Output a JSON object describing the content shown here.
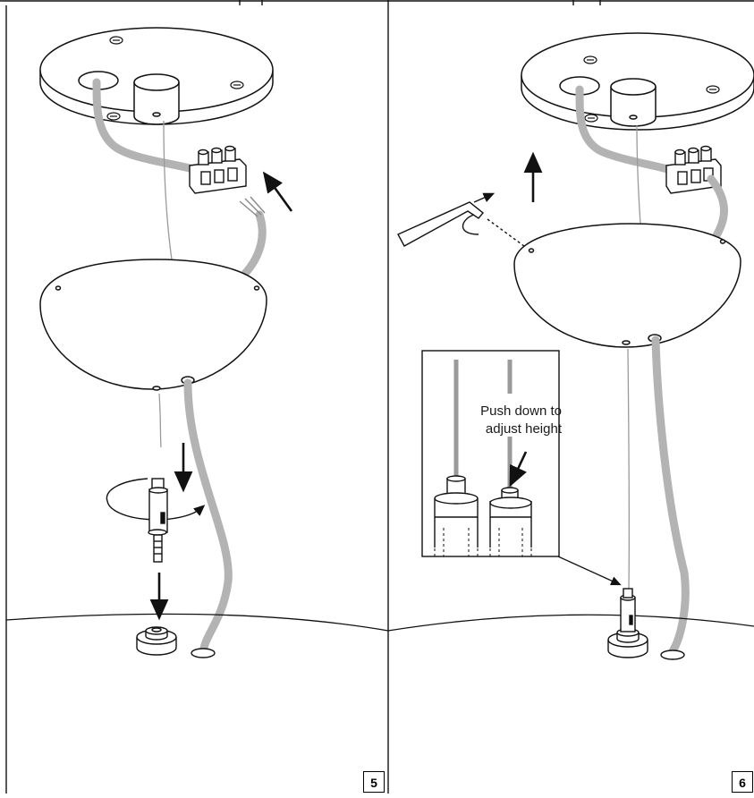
{
  "panels": [
    {
      "step": "5"
    },
    {
      "step": "6"
    }
  ],
  "inset": {
    "callout_line1": "Push down to",
    "callout_line2": "adjust height"
  },
  "colors": {
    "outline": "#1a1a1a",
    "cable": "#b3b3b3",
    "wire": "#9a9a9a",
    "background": "#ffffff"
  }
}
